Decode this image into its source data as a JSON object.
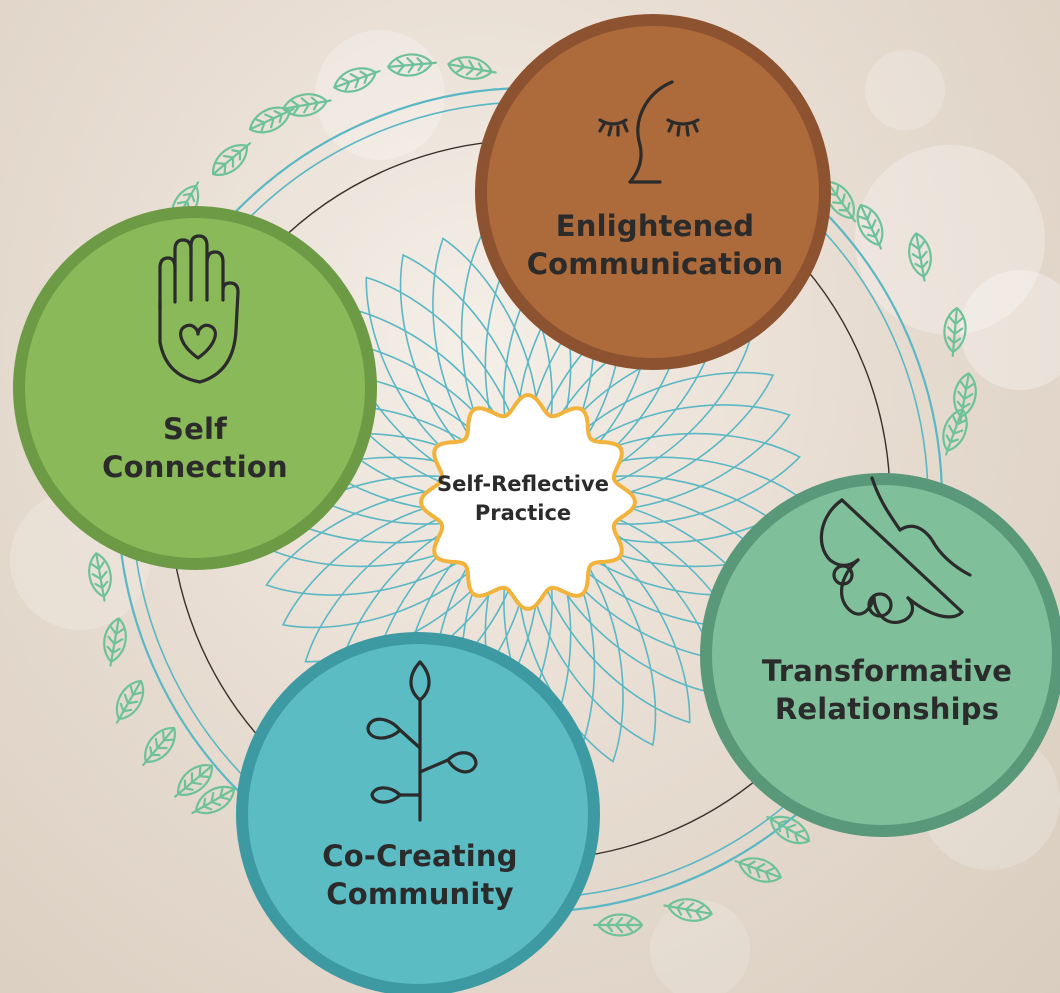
{
  "center": {
    "line1": "Self-Reflective",
    "line2": "Practice"
  },
  "nodes": [
    {
      "id": "enlightened-communication",
      "line1": "Enlightened",
      "line2": "Communication",
      "fill": "#ad6a3b",
      "ring": "#8d5230",
      "icon": "closed-eyes-face-icon"
    },
    {
      "id": "self-connection",
      "line1": "Self",
      "line2": "Connection",
      "fill": "#8ab95a",
      "ring": "#6d9a45",
      "icon": "hand-with-heart-icon"
    },
    {
      "id": "transformative-relationships",
      "line1": "Transformative",
      "line2": "Relationships",
      "fill": "#7fc09b",
      "ring": "#5a987a",
      "icon": "butterfly-icon"
    },
    {
      "id": "co-creating-community",
      "line1": "Co-Creating",
      "line2": "Community",
      "fill": "#5bbcc4",
      "ring": "#3d9aa2",
      "icon": "sprouting-plant-icon"
    }
  ],
  "colors": {
    "petal_stroke": "#5bb7c4",
    "ring_stroke": "#5bb7c4",
    "leaf_stroke": "#6ec29a",
    "center_border": "#f2b33d",
    "inner_circle": "#3a3029"
  },
  "decorations": {
    "leaf_icon": "leaf-icon",
    "flower_icon": "mandala-flower-icon"
  }
}
